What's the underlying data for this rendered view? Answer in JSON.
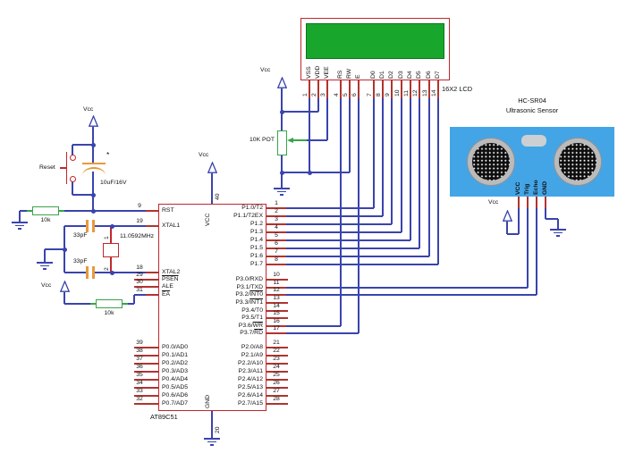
{
  "colors": {
    "wire": "#3a44ad",
    "stub": "#b03430",
    "red": "#c1272d",
    "green": "#3aa34a",
    "orange": "#e69a3e",
    "board_blue": "#44a5e6",
    "lcd_green": "#18a62c",
    "lcd_green_dark": "#0a7a1c",
    "transducer_ring": "#bbbbbb"
  },
  "schematic": {
    "mcu": {
      "name": "AT89C51",
      "top_pin": {
        "number": "40",
        "label": "VCC"
      },
      "bottom_pin": {
        "number": "20",
        "label": "GND"
      },
      "left_pins": [
        {
          "number": "9",
          "label": "RST"
        },
        {
          "number": "19",
          "label": "XTAL1"
        },
        {
          "number": "18",
          "label": "XTAL2"
        },
        {
          "number": "29",
          "over": "PSEN"
        },
        {
          "number": "30",
          "label": "ALE"
        },
        {
          "number": "31",
          "over": "EA"
        }
      ],
      "p1_pins": [
        {
          "number": "1",
          "label": "P1.0/T2"
        },
        {
          "number": "2",
          "label": "P1.1/T2EX"
        },
        {
          "number": "3",
          "label": "P1.2"
        },
        {
          "number": "4",
          "label": "P1.3"
        },
        {
          "number": "5",
          "label": "P1.4"
        },
        {
          "number": "6",
          "label": "P1.5"
        },
        {
          "number": "7",
          "label": "P1.6"
        },
        {
          "number": "8",
          "label": "P1.7"
        }
      ],
      "p3_pins": [
        {
          "number": "10",
          "label": "P3.0/RXD"
        },
        {
          "number": "11",
          "label": "P3.1/TXD"
        },
        {
          "number": "12",
          "label": "P3.2/",
          "over": "INT0"
        },
        {
          "number": "13",
          "label": "P3.3/",
          "over": "INT1"
        },
        {
          "number": "14",
          "label": "P3.4/T0"
        },
        {
          "number": "15",
          "label": "P3.5/T1"
        },
        {
          "number": "16",
          "label": "P3.6/",
          "over": "WR"
        },
        {
          "number": "17",
          "label": "P3.7/",
          "over": "RD"
        }
      ],
      "p0_pins": [
        {
          "number": "39",
          "label": "P0.0/AD0"
        },
        {
          "number": "38",
          "label": "P0.1/AD1"
        },
        {
          "number": "37",
          "label": "P0.2/AD2"
        },
        {
          "number": "36",
          "label": "P0.3/AD3"
        },
        {
          "number": "35",
          "label": "P0.4/AD4"
        },
        {
          "number": "34",
          "label": "P0.5/AD5"
        },
        {
          "number": "33",
          "label": "P0.6/AD6"
        },
        {
          "number": "32",
          "label": "P0.7/AD7"
        }
      ],
      "p2_pins": [
        {
          "number": "21",
          "label": "P2.0/A8"
        },
        {
          "number": "22",
          "label": "P2.1/A9"
        },
        {
          "number": "23",
          "label": "P2.2/A10"
        },
        {
          "number": "24",
          "label": "P2.3/A11"
        },
        {
          "number": "25",
          "label": "P2.4/A12"
        },
        {
          "number": "26",
          "label": "P2.5/A13"
        },
        {
          "number": "27",
          "label": "P2.6/A14"
        },
        {
          "number": "28",
          "label": "P2.7/A15"
        }
      ]
    },
    "lcd": {
      "name": "16X2 LCD",
      "pins": [
        {
          "number": "1",
          "label": "VSS"
        },
        {
          "number": "2",
          "label": "VDD"
        },
        {
          "number": "3",
          "label": "VEE"
        },
        {
          "number": "4",
          "label": "RS"
        },
        {
          "number": "5",
          "label": "RW"
        },
        {
          "number": "6",
          "label": "E"
        },
        {
          "number": "7",
          "label": "D0"
        },
        {
          "number": "8",
          "label": "D1"
        },
        {
          "number": "9",
          "label": "D2"
        },
        {
          "number": "10",
          "label": "D3"
        },
        {
          "number": "11",
          "label": "D4"
        },
        {
          "number": "12",
          "label": "D5"
        },
        {
          "number": "13",
          "label": "D6"
        },
        {
          "number": "14",
          "label": "D7"
        }
      ]
    },
    "sensor": {
      "title": "HC-SR04",
      "subtitle": "Ultrasonic Sensor",
      "pins": [
        "VCC",
        "Trig",
        "Echo",
        "GND"
      ]
    },
    "power_label": "Vcc",
    "parts": {
      "reset": "Reset",
      "electrolytic_cap": "10uF/16V",
      "polarity_mark": "*",
      "rst_resistor": "10k",
      "ea_resistor": "10k",
      "xtal_cap_top": "33pF",
      "xtal_cap_bottom": "33pF",
      "crystal_freq": "11.0592MHz",
      "crystal_pin_top": "1",
      "crystal_pin_bottom": "2",
      "pot": "10K POT"
    }
  }
}
